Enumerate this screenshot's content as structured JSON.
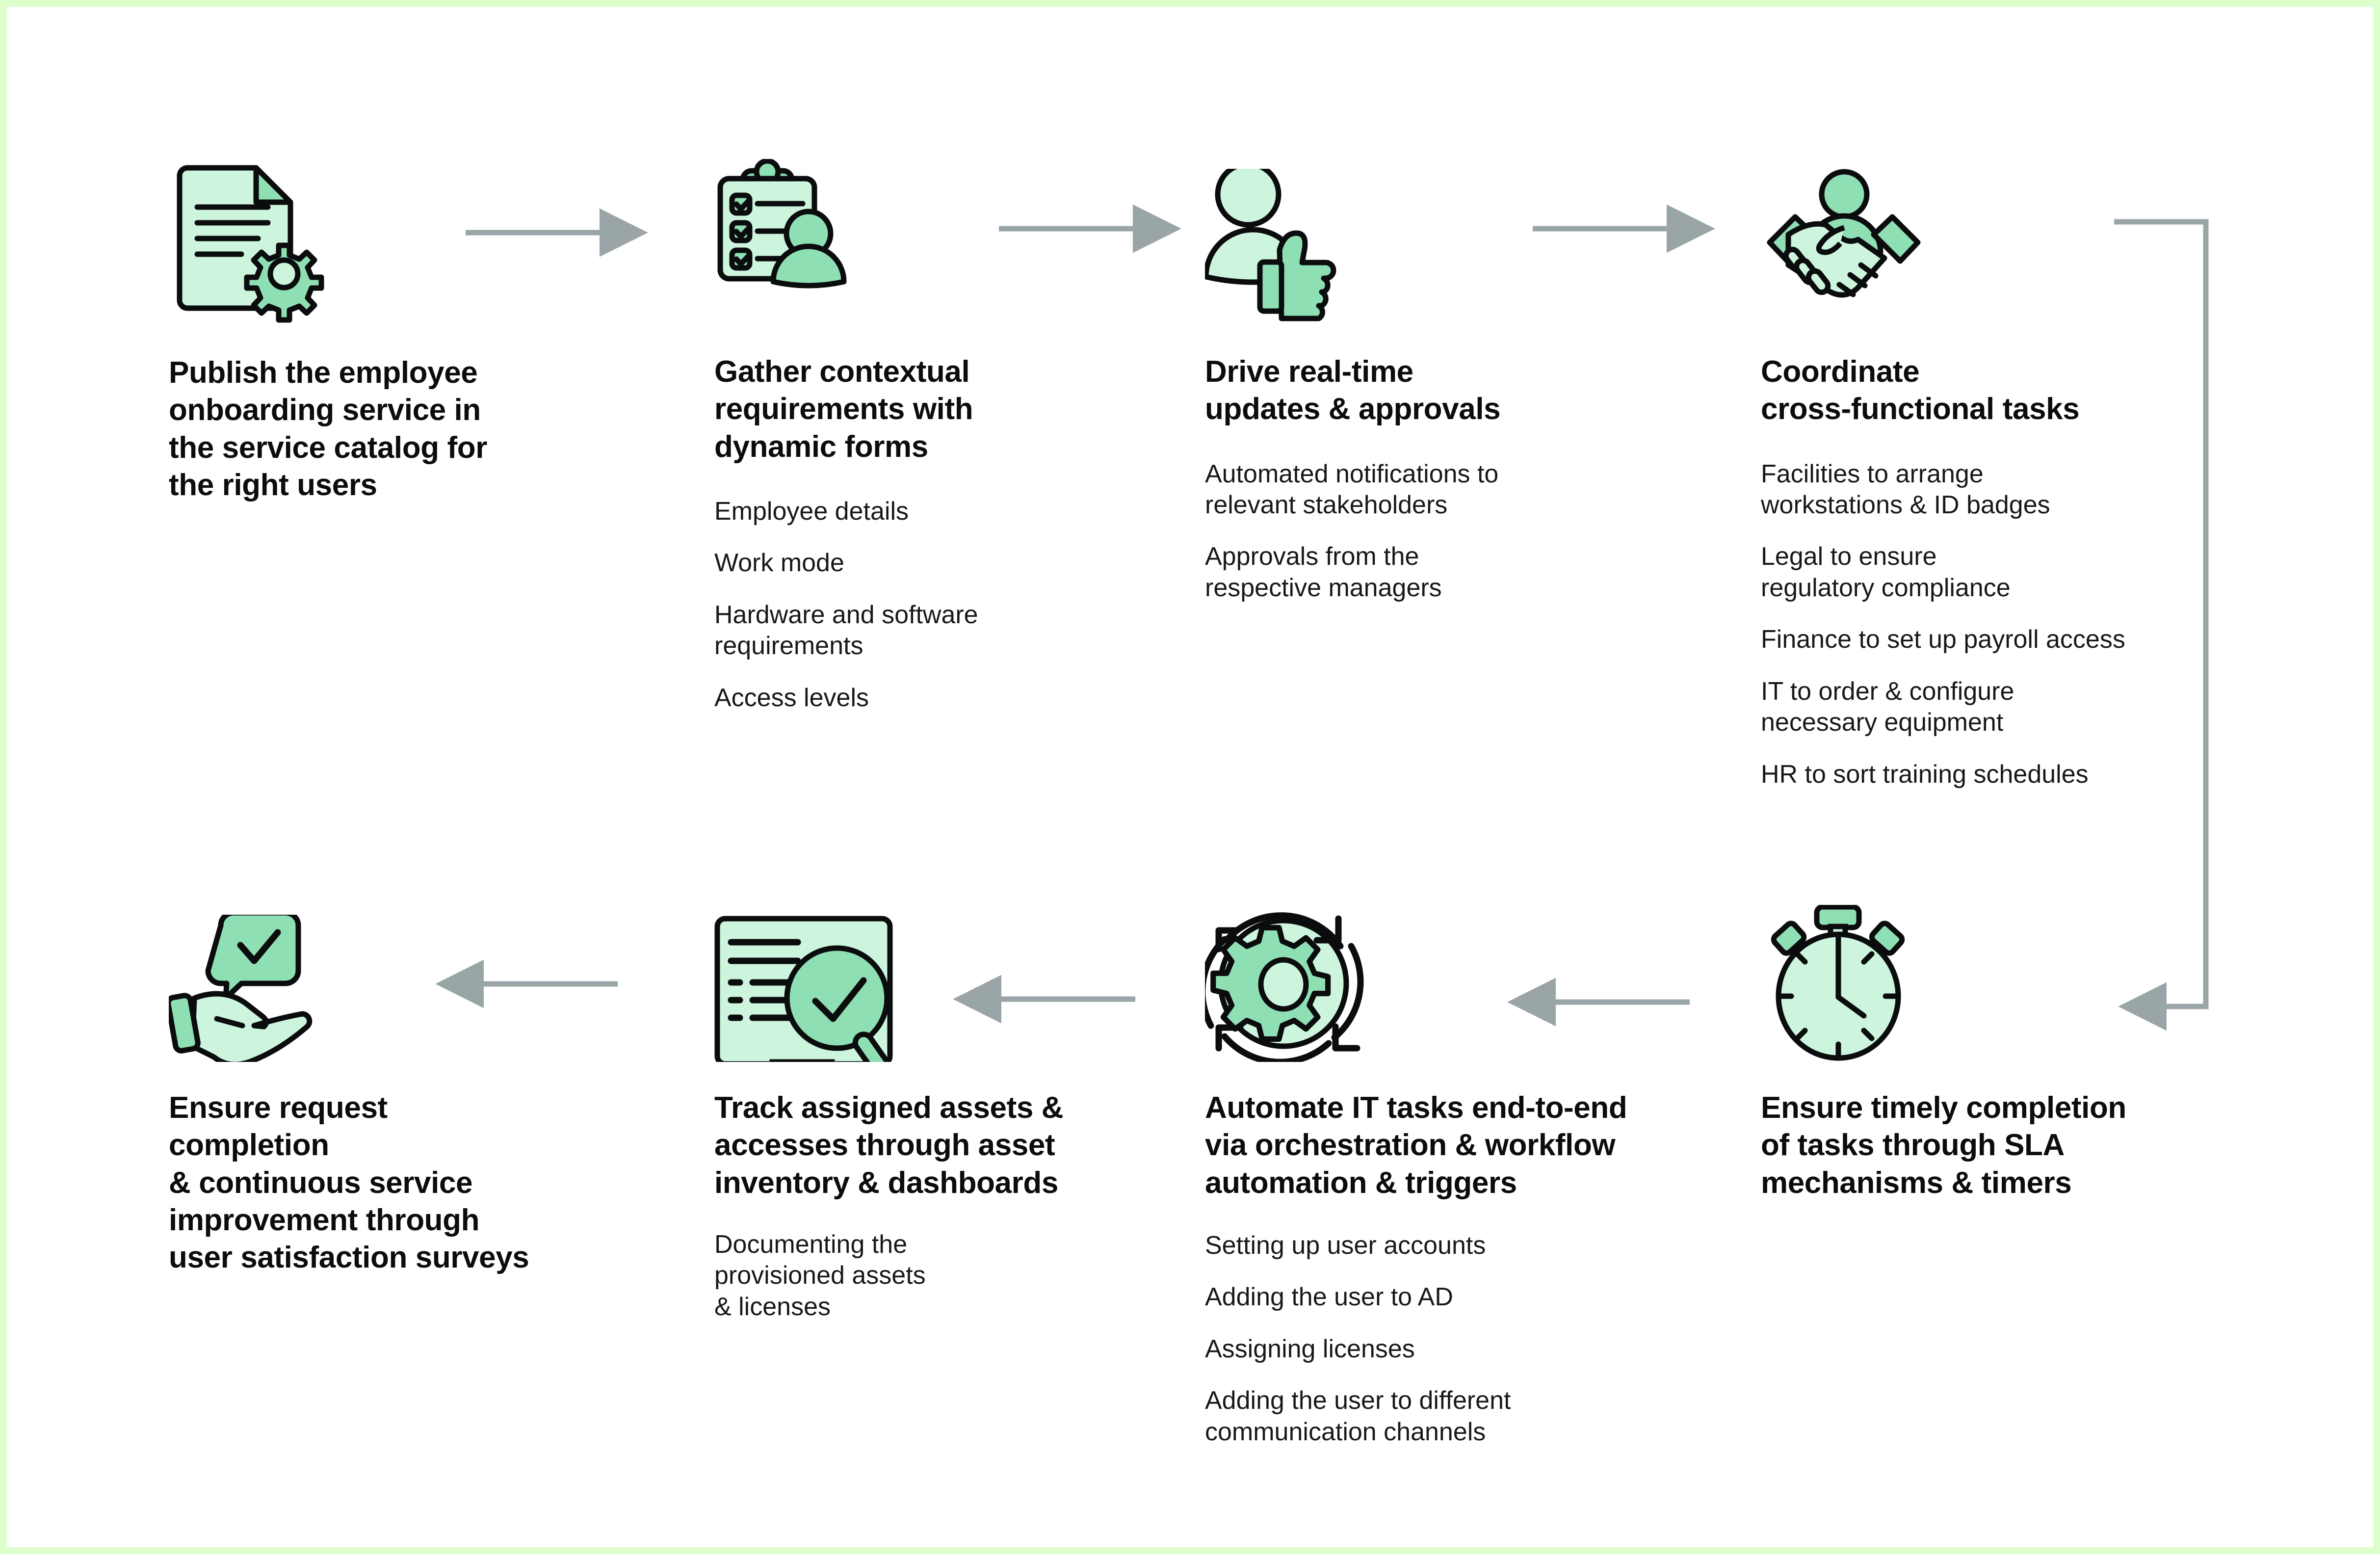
{
  "theme": {
    "page_border": "#ddffcc",
    "background": "#ffffff",
    "icon_fill_light": "#cdf5dd",
    "icon_fill_mid": "#8fdfb4",
    "icon_stroke": "#0b0c0d",
    "arrow_color": "#9aa5a8",
    "title_color": "#0b0c0d",
    "body_color": "#16181a"
  },
  "diagram_data": {
    "type": "process-flow",
    "title": "Employee onboarding service workflow",
    "direction": "left-to-right then wrap right-to-left",
    "step_count": 8,
    "connector_count": 7
  },
  "steps": [
    {
      "id": "step-1",
      "icon": "document-gear-icon",
      "title": "Publish the employee\nonboarding service in\nthe service catalog for\nthe right users",
      "items": []
    },
    {
      "id": "step-2",
      "icon": "clipboard-checklist-person-icon",
      "title": "Gather contextual\nrequirements with\ndynamic forms",
      "items": [
        "Employee details",
        "Work mode",
        "Hardware and software\nrequirements",
        "Access levels"
      ]
    },
    {
      "id": "step-3",
      "icon": "person-thumbs-up-icon",
      "title": "Drive real-time\nupdates & approvals",
      "items": [
        "Automated notifications to\nrelevant stakeholders",
        "Approvals from the\nrespective managers"
      ]
    },
    {
      "id": "step-4",
      "icon": "handshake-person-icon",
      "title": "Coordinate\ncross-functional tasks",
      "items": [
        "Facilities to arrange\nworkstations & ID badges",
        "Legal to ensure\nregulatory compliance",
        "Finance to set up payroll access",
        "IT to order & configure\nnecessary equipment",
        "HR to sort training schedules"
      ]
    },
    {
      "id": "step-5",
      "icon": "hand-check-bubble-icon",
      "title": "Ensure request completion\n& continuous service\nimprovement through\nuser satisfaction surveys",
      "items": []
    },
    {
      "id": "step-6",
      "icon": "monitor-magnifier-check-icon",
      "title": "Track assigned assets &\naccesses through asset\ninventory & dashboards",
      "items": [
        "Documenting the\nprovisioned assets\n& licenses"
      ]
    },
    {
      "id": "step-7",
      "icon": "gear-refresh-cycle-icon",
      "title": "Automate IT tasks end-to-end\nvia orchestration & workflow\nautomation & triggers",
      "items": [
        "Setting up user accounts",
        "Adding the user to AD",
        "Assigning licenses",
        "Adding the user to different\ncommunication channels"
      ]
    },
    {
      "id": "step-8",
      "icon": "stopwatch-icon",
      "title": "Ensure timely completion\nof tasks through SLA\nmechanisms & timers",
      "items": []
    }
  ],
  "connectors": [
    {
      "id": "connector-1-2",
      "from": "step-1",
      "to": "step-2",
      "direction": "right"
    },
    {
      "id": "connector-2-3",
      "from": "step-2",
      "to": "step-3",
      "direction": "right"
    },
    {
      "id": "connector-3-4",
      "from": "step-3",
      "to": "step-4",
      "direction": "right"
    },
    {
      "id": "connector-4-8",
      "from": "step-4",
      "to": "step-8",
      "direction": "wrap-down-left"
    },
    {
      "id": "connector-8-7",
      "from": "step-8",
      "to": "step-7",
      "direction": "left"
    },
    {
      "id": "connector-7-6",
      "from": "step-7",
      "to": "step-6",
      "direction": "left"
    },
    {
      "id": "connector-6-5",
      "from": "step-6",
      "to": "step-5",
      "direction": "left"
    }
  ]
}
